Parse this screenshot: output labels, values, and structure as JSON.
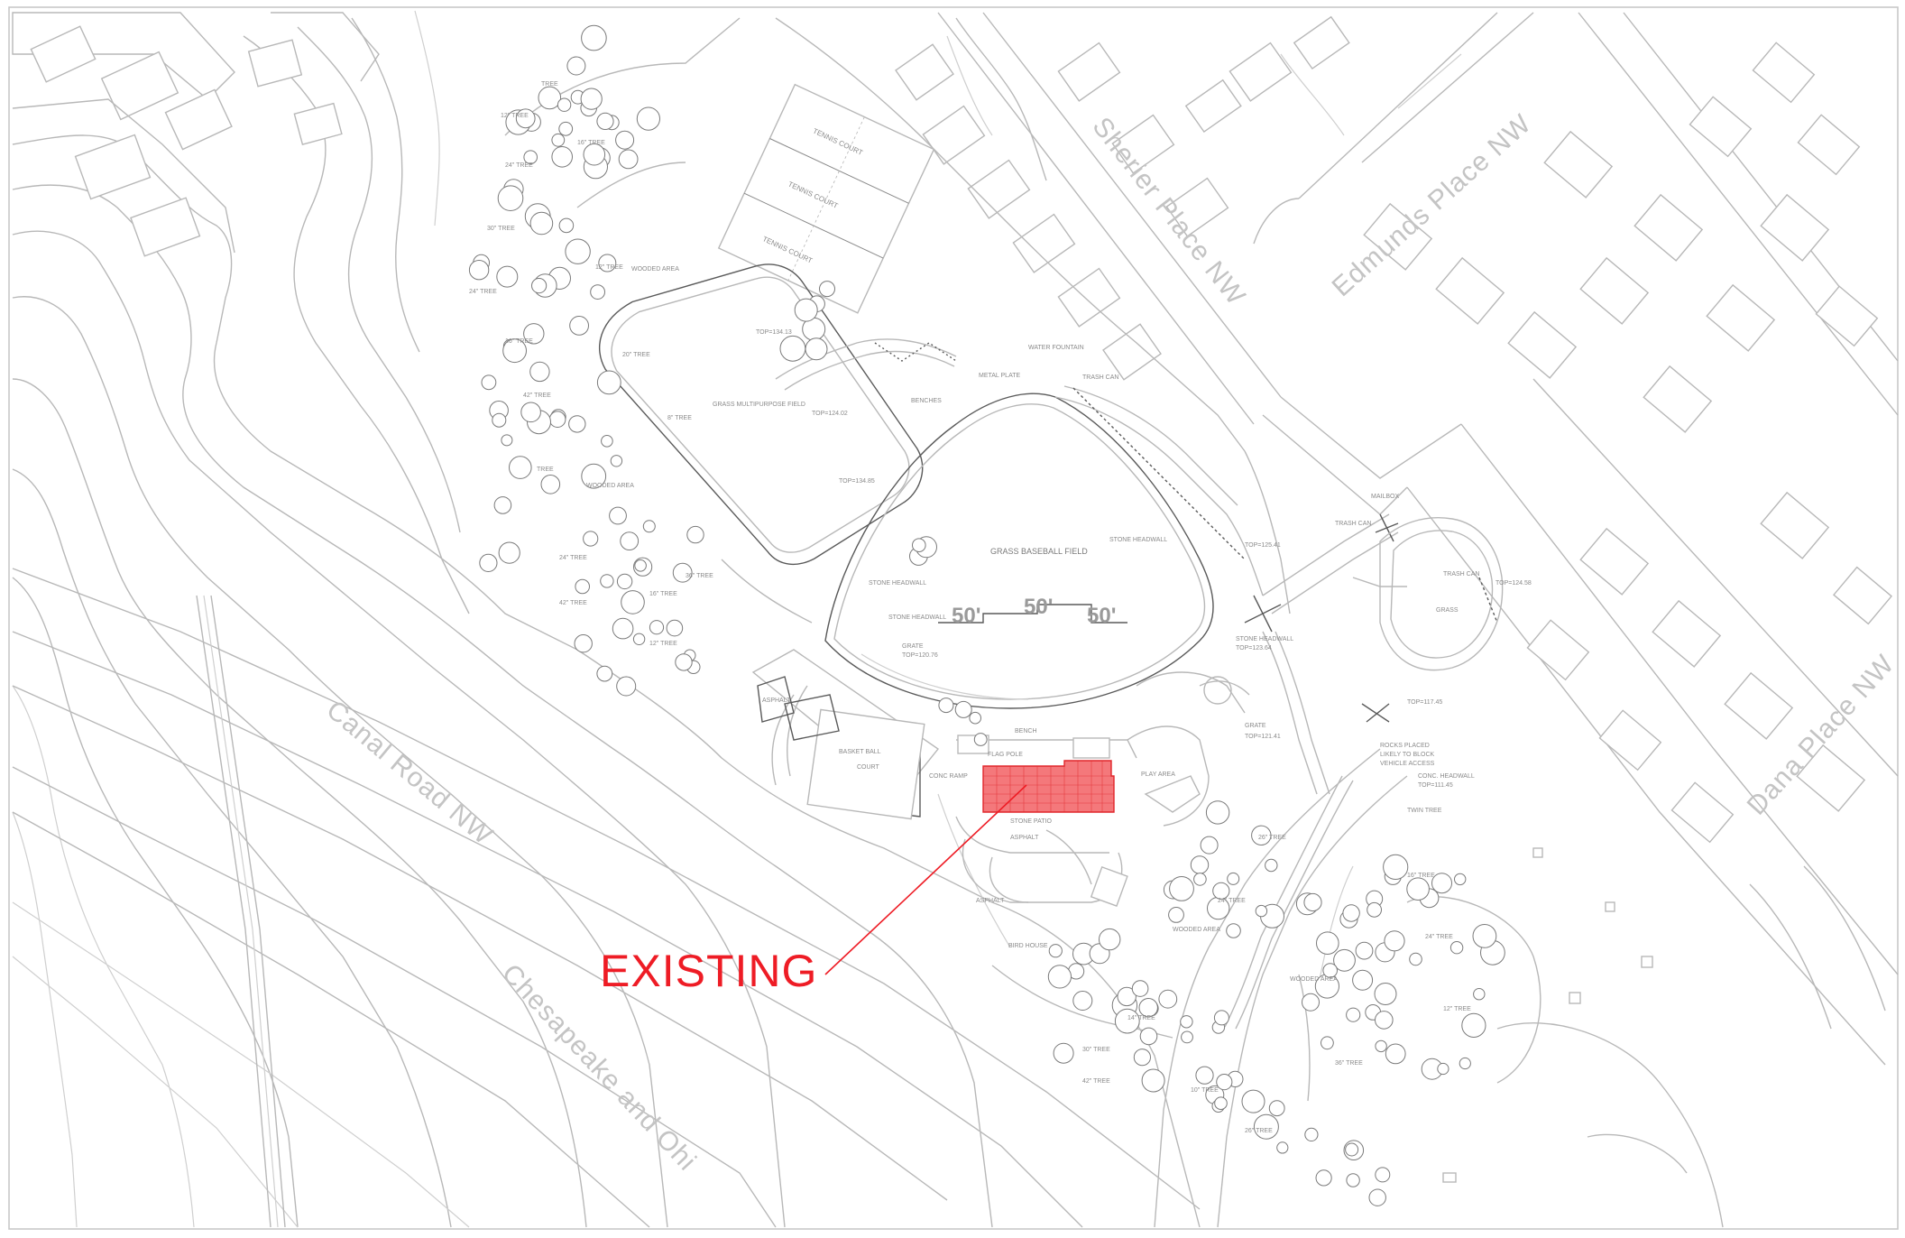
{
  "annotation": {
    "existing_label": "EXISTING",
    "color": "#ee1c25",
    "highlight_fill": "#f4787b"
  },
  "roads": {
    "canal": "Canal Road NW",
    "chesapeake": "Chesapeake and Ohi",
    "sherier": "Sherier Place NW",
    "edmunds": "Edmunds Place NW",
    "dana": "Dana Place NW"
  },
  "site_labels": {
    "tennis1": "TENNIS COURT",
    "tennis2": "TENNIS COURT",
    "tennis3": "TENNIS COURT",
    "multi_purpose_field": "GRASS MULTIPURPOSE FIELD",
    "baseball_field": "GRASS BASEBALL FIELD",
    "basketball_court": "BASKET BALL",
    "basketball_court2": "COURT",
    "dim1": "50'",
    "dim2": "50'",
    "dim3": "50'",
    "wooded_area1": "WOODED AREA",
    "wooded_area2": "WOODED AREA",
    "wooded_area3": "WOODED AREA",
    "wooded_area4": "WOODED AREA",
    "asphalt1": "ASPHALT",
    "asphalt2": "ASPHALT",
    "asphalt3": "ASPHALT",
    "stone_patio": "STONE PATIO",
    "play_area": "PLAY AREA",
    "bird_house": "BIRD HOUSE",
    "grass": "GRASS",
    "flag_pole": "FLAG POLE",
    "water_fountain": "WATER FOUNTAIN",
    "trash_can": "TRASH CAN",
    "benches": "BENCHES",
    "metal_plate": "METAL PLATE",
    "bench": "BENCH",
    "stone_headwall1": "STONE HEADWALL",
    "stone_headwall2": "STONE HEADWALL",
    "stone_headwall3": "STONE HEADWALL",
    "stone_headwall4": "STONE HEADWALL",
    "conc_headwall": "CONC. HEADWALL",
    "grate1": "GRATE",
    "grate2": "GRATE",
    "conc_ramp": "CONC RAMP",
    "rocks_placed": "ROCKS PLACED",
    "rocks_placed2": "LIKELY TO BLOCK",
    "rocks_placed3": "VEHICLE ACCESS",
    "top1": "TOP=134.13",
    "top2": "TOP=124.02",
    "top3": "TOP=134.85",
    "top4": "TOP=125.41",
    "top5": "TOP=124.58",
    "top6": "TOP=123.64",
    "top7": "TOP=121.41",
    "top8": "TOP=117.45",
    "top9": "TOP=111.45",
    "top10": "TOP=120.76",
    "tree1": "TREE",
    "tree_12": "12\" TREE",
    "tree_16": "16\" TREE",
    "tree_24": "24\" TREE",
    "tree_30": "30\" TREE",
    "tree_42": "42\" TREE",
    "tree_26": "26\" TREE",
    "tree_10": "10\" TREE",
    "tree_14": "14\" TREE",
    "tree_36": "36\" TREE",
    "tree_20": "20\" TREE",
    "tree_8": "8\" TREE",
    "twin_tree": "TWIN TREE",
    "mailbox": "MAILBOX"
  }
}
